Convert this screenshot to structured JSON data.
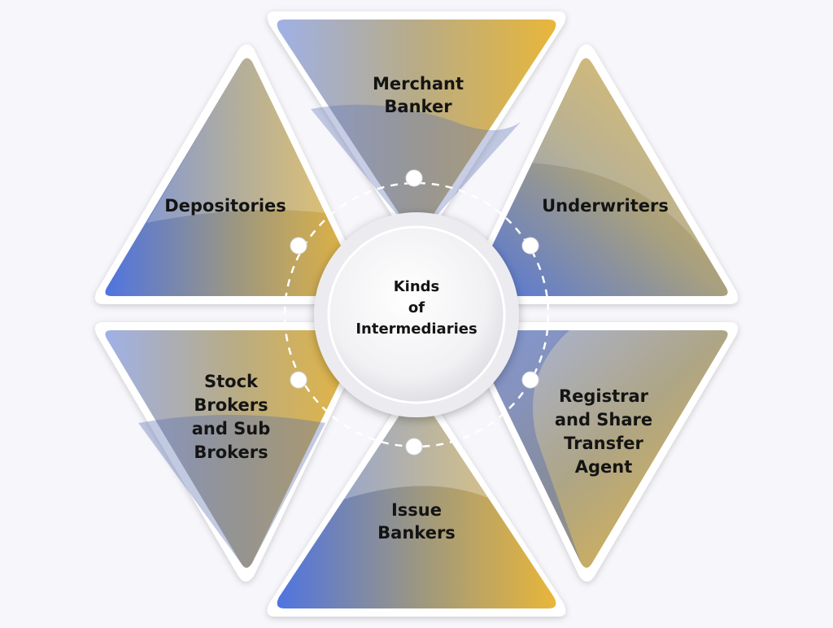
{
  "center": {
    "lines": [
      "Kinds",
      "of",
      "Intermediaries"
    ]
  },
  "segments": [
    {
      "id": "merchant-banker",
      "lines": [
        "Merchant",
        "Banker"
      ]
    },
    {
      "id": "underwriters",
      "lines": [
        "Underwriters"
      ]
    },
    {
      "id": "registrar",
      "lines": [
        "Registrar",
        "and Share",
        "Transfer",
        "Agent"
      ]
    },
    {
      "id": "issue-bankers",
      "lines": [
        "Issue",
        "Bankers"
      ]
    },
    {
      "id": "stock-brokers",
      "lines": [
        "Stock",
        "Brokers",
        "and Sub",
        "Brokers"
      ]
    },
    {
      "id": "depositories",
      "lines": [
        "Depositories"
      ]
    }
  ],
  "colors": {
    "gradient_blue": "#4f74e0",
    "gradient_gold": "#e6b63c",
    "gradient_grey": "#a7a48a",
    "text": "#141414",
    "background": "#f6f6fb",
    "connector": "#ffffff"
  }
}
